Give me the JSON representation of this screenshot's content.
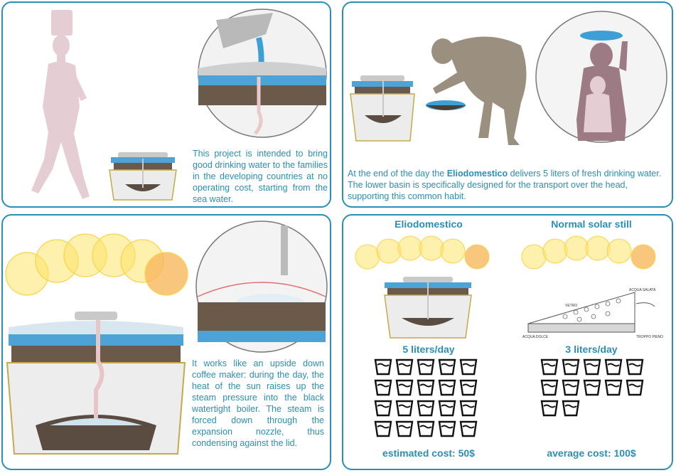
{
  "panel1": {
    "description": "This project is intended to bring good drinking water to the families in the developing countries at no operating cost, starting from the sea water."
  },
  "panel2": {
    "description_before": "At the end of the day the ",
    "description_brand": "Eliodomestico",
    "description_after": " delivers 5 liters of fresh drinking water. The lower basin is specifically designed for the transport over the head, supporting this common habit."
  },
  "panel3": {
    "description": "It works like an upside down coffee maker: during the day, the heat of the sun raises up the steam pressure into the black watertight boiler. The steam is forced down through the expansion nozzle, thus condensing against the lid."
  },
  "comparison": {
    "left": {
      "title": "Eliodomestico",
      "output": "5 liters/day",
      "cups": 20,
      "cost": "estimated cost: 50$"
    },
    "right": {
      "title": "Normal solar still",
      "output": "3 liters/day",
      "cups": 12,
      "cost": "average cost: 100$",
      "sketch_labels": [
        "ACQUA SALATA",
        "VETRO",
        "ACQUA DOLCE",
        "TROPPO PIENO"
      ]
    }
  },
  "colors": {
    "accent": "#2a8fb5",
    "water": "#3d9fd6",
    "silhouette_pink": "#e4cdd3",
    "silhouette_gray": "#9b9080",
    "sun_yellow": "#fde36a",
    "sun_orange": "#f7b85c"
  }
}
